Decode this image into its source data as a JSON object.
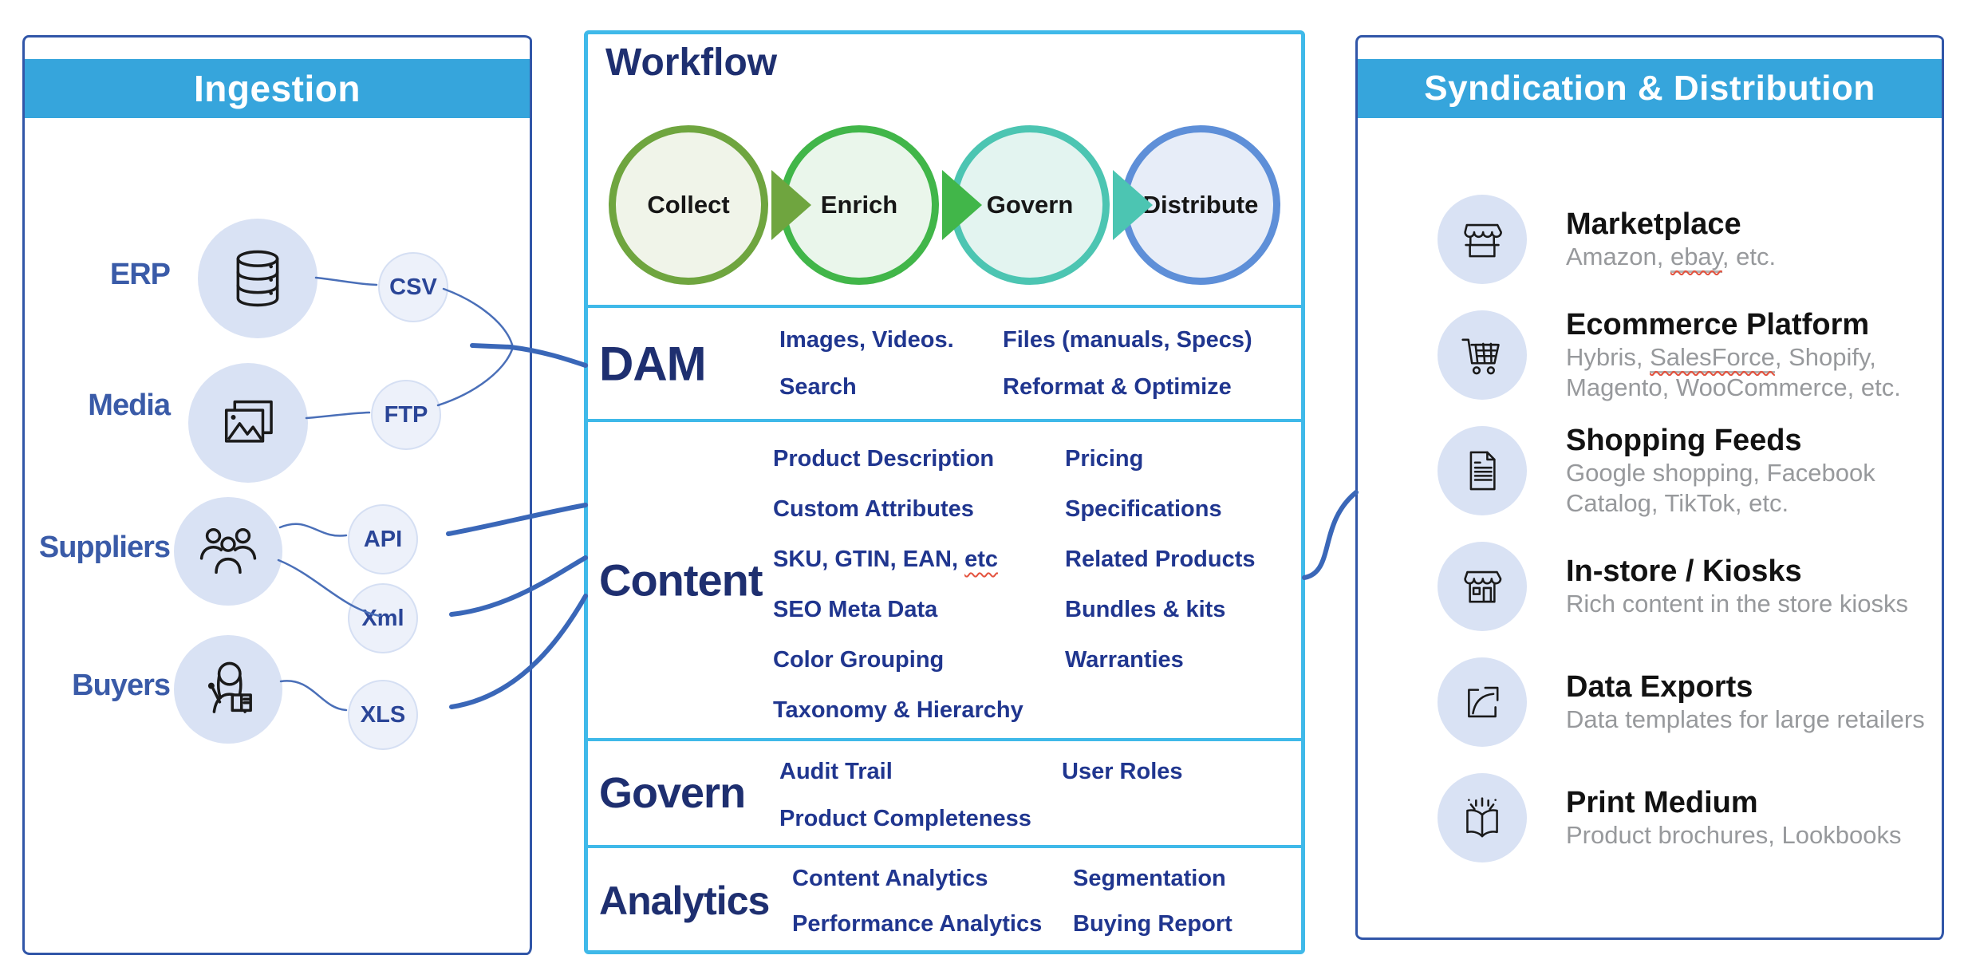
{
  "ingestion": {
    "title": "Ingestion",
    "sources": [
      {
        "label": "ERP",
        "icon": "database-icon"
      },
      {
        "label": "Media",
        "icon": "images-icon"
      },
      {
        "label": "Suppliers",
        "icon": "suppliers-icon"
      },
      {
        "label": "Buyers",
        "icon": "buyer-icon"
      }
    ],
    "formats": [
      {
        "label": "CSV"
      },
      {
        "label": "FTP"
      },
      {
        "label": "API"
      },
      {
        "label": "Xml"
      },
      {
        "label": "XLS"
      }
    ]
  },
  "workflow": {
    "title": "Workflow",
    "stages": [
      {
        "label": "Collect",
        "color": "#6FA53F",
        "fill": "#F0F4E9"
      },
      {
        "label": "Enrich",
        "color": "#41B649",
        "fill": "#EAF6EB"
      },
      {
        "label": "Govern",
        "color": "#4CC5B2",
        "fill": "#E3F4F0"
      },
      {
        "label": "Distribute",
        "color": "#5E8FD8",
        "fill": "#E7EDF8"
      }
    ]
  },
  "sections": [
    {
      "id": "dam",
      "title": "DAM",
      "items_left": [
        "Images, Videos.",
        "Search"
      ],
      "items_right": [
        "Files (manuals, Specs)",
        "Reformat & Optimize"
      ]
    },
    {
      "id": "content",
      "title": "Content",
      "items_left": [
        "Product Description",
        "Custom Attributes",
        {
          "parts": [
            {
              "t": "SKU, GTIN, EAN, "
            },
            {
              "t": "etc",
              "squiggle": true
            }
          ]
        },
        "SEO Meta Data",
        "Color Grouping",
        "Taxonomy & Hierarchy"
      ],
      "items_right": [
        "Pricing",
        "Specifications",
        "Related Products",
        "Bundles & kits",
        "Warranties"
      ]
    },
    {
      "id": "govern",
      "title": "Govern",
      "items_left": [
        "Audit Trail",
        "Product Completeness"
      ],
      "items_right": [
        "User Roles"
      ]
    },
    {
      "id": "analytics",
      "title": "Analytics",
      "items_left": [
        "Content Analytics",
        "Performance Analytics"
      ],
      "items_right": [
        "Segmentation",
        "Buying Report"
      ]
    }
  ],
  "syndication": {
    "title": "Syndication & Distribution",
    "items": [
      {
        "icon": "market-stall-icon",
        "title": "Marketplace",
        "subtitle_parts": [
          {
            "t": "Amazon, "
          },
          {
            "t": "ebay",
            "squiggle": true,
            "underline": true
          },
          {
            "t": ", etc."
          }
        ]
      },
      {
        "icon": "shopping-cart-icon",
        "title": "Ecommerce Platform",
        "subtitle_parts": [
          {
            "t": "Hybris, "
          },
          {
            "t": "SalesForce",
            "squiggle": true,
            "underline": true
          },
          {
            "t": ", Shopify, Magento, WooCommerce, etc."
          }
        ]
      },
      {
        "icon": "document-icon",
        "title": "Shopping Feeds",
        "subtitle_parts": [
          {
            "t": "Google shopping, Facebook Catalog, TikTok, etc."
          }
        ]
      },
      {
        "icon": "storefront-icon",
        "title": "In-store / Kiosks",
        "subtitle_parts": [
          {
            "t": "Rich content in the store kiosks"
          }
        ]
      },
      {
        "icon": "export-icon",
        "title": "Data Exports",
        "subtitle_parts": [
          {
            "t": "Data templates for large retailers"
          }
        ]
      },
      {
        "icon": "open-book-icon",
        "title": "Print Medium",
        "subtitle_parts": [
          {
            "t": "Product brochures, Lookbooks"
          }
        ]
      }
    ]
  },
  "colors": {
    "header_bar": "#36A5DC",
    "sketch_border": "#3FB9E9",
    "panel_border": "#3156A8",
    "navy_title": "#1E2F70",
    "item_text": "#20368F",
    "source_label": "#3A5BA8",
    "connector": "#3B69BA",
    "squiggle": "#E4533F",
    "subtitle_gray": "#97999C"
  }
}
